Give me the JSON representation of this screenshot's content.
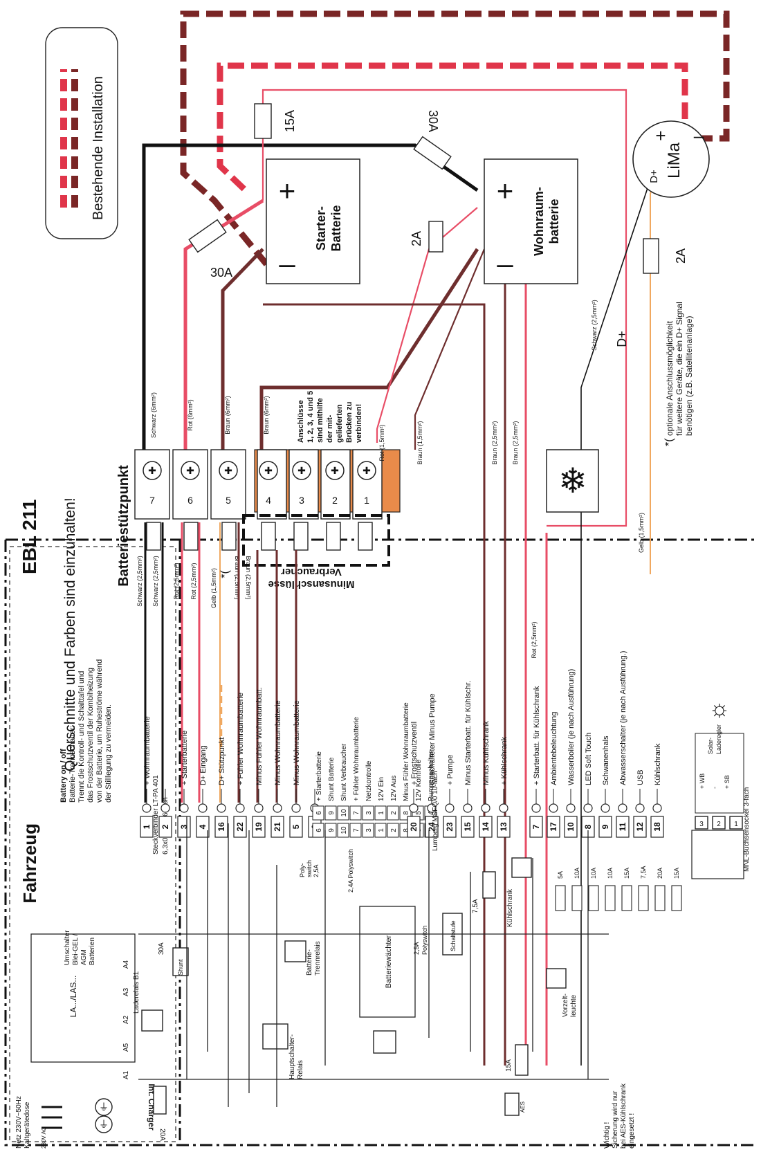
{
  "header": {
    "ebl_title": "EBL 211",
    "fahrzeug_title": "Fahrzeug",
    "querschnitte_note": "Querschnitte und Farben sind einzuhalten!"
  },
  "legend": {
    "label": "Bestehende Installation"
  },
  "battery_on_off": {
    "title": "Battery on / off",
    "lines": [
      "Batterie-Trennschalter:",
      "Trennt die Kontroll- und Schalttafel und",
      "das Frostschutzventil der Kombiheizung",
      "von der Batterie, um Ruheströme während",
      "der Stilllegung zu vermeiden."
    ]
  },
  "connectors": {
    "steckverbinder_title": "Steckverbinder LT-PA 401",
    "steckverbinder_sub": "6,3x0,8 - 4x 6-fach",
    "lumberg_title": "Lumberg MSFQ/0 10-fach",
    "mnl_title": "MNL-Buchsensockel 3-fach"
  },
  "left_module": {
    "lalas": "LA.../LAS...",
    "int_charger": "Int. Charger",
    "fuse_20a": "20A",
    "netz_lines": [
      "Netz 230V~50Hz",
      "Kaltgerätedose"
    ],
    "ac_label": "230V AC",
    "wichtig_lines": [
      "Wichtig !",
      "Sicherung wird nur",
      "bei AES-Kühlschrank",
      "eingesetzt !"
    ],
    "aes": "AES",
    "fuse_15a": "15A"
  },
  "internals": {
    "umschalter": [
      "Umschalter",
      "Blei-GEL /",
      "AGM",
      "Batterien"
    ],
    "laderelais": "Laderelais B1",
    "shunt_30a": "30A",
    "shunt": "Shunt",
    "hauptschalter": [
      "Hauptschalter-",
      "Relais"
    ],
    "batterie_trennrelais": [
      "Batterie-",
      "Trennrelais"
    ],
    "batteriewaechter": "Batteriewächter",
    "schaltstufe": "Schaltstufe",
    "kuehlschrank": "Kühlschrank",
    "vorzelt": [
      "Vorzelt-",
      "leuchte"
    ],
    "polyswitch_25": [
      "Poly-",
      "switch",
      "2,5A"
    ],
    "polyswitch_24": "2,4A Polyswitch",
    "polyswitch_a": [
      "2,5A",
      "Polyswitch"
    ],
    "fuse_75a_left": "7,5A",
    "out_fuses": [
      "5A",
      "10A",
      "10A",
      "10A",
      "15A",
      "7,5A",
      "20A",
      "15A"
    ]
  },
  "pins_group1": [
    {
      "pin": "1",
      "label": "+ Wohnraumbatterie"
    },
    {
      "pin": "2",
      "label": ""
    },
    {
      "pin": "3",
      "label": "+ Starterbatterie"
    },
    {
      "pin": "4",
      "label": "D+ Eingang"
    },
    {
      "pin": "16",
      "label": "D+ Stützpunkt"
    },
    {
      "pin": "22",
      "label": "+ Fühler Wohnraumbatterie"
    },
    {
      "pin": "19",
      "label": "Minus Fühler Wohnraumbatt."
    },
    {
      "pin": "21",
      "label": "Minus Wohnraumbatterie"
    },
    {
      "pin": "5",
      "label": "Minus Wohnraumbatterie"
    },
    {
      "pin": "6",
      "label": ""
    }
  ],
  "pins_group2": [
    {
      "a": "6",
      "b": "6",
      "label": "+ Starterbatterie"
    },
    {
      "a": "9",
      "b": "9",
      "label": "Shunt Batterie"
    },
    {
      "a": "10",
      "b": "10",
      "label": "Shunt Verbraucher"
    },
    {
      "a": "7",
      "b": "7",
      "label": "+ Fühler Wohnraumbatterie"
    },
    {
      "a": "3",
      "b": "3",
      "label": "Netzkontrolle"
    },
    {
      "a": "1",
      "b": "1",
      "label": "12V Ein"
    },
    {
      "a": "2",
      "b": "2",
      "label": "12V Aus"
    },
    {
      "a": "8",
      "b": "8",
      "label": "Minus Fühler Wohnraumbatterie"
    },
    {
      "a": "5",
      "b": "5",
      "label": "12V Kontrolle"
    },
    {
      "a": "4",
      "b": "4",
      "label": "Pumpenschalter"
    }
  ],
  "pins_group3": [
    {
      "pin": "20",
      "label": "+ Frostschutzventil"
    },
    {
      "pin": "24",
      "label": "Geschalteter Minus Pumpe"
    },
    {
      "pin": "23",
      "label": "+ Pumpe"
    },
    {
      "pin": "15",
      "label": "Minus Starterbatt. für Kühlschr."
    },
    {
      "pin": "14",
      "label": "Minus Kühlschrank"
    },
    {
      "pin": "13",
      "label": "+ Kühlschrank"
    }
  ],
  "pins_group4": [
    {
      "pin": "7",
      "label": "+ Starterbatt. für Kühlschrank"
    },
    {
      "pin": "17",
      "label": "Ambientebeleuchtung"
    },
    {
      "pin": "10",
      "label": "Wasserboiler (je nach Ausführung)"
    },
    {
      "pin": "8",
      "label": "LED Soft Touch"
    },
    {
      "pin": "9",
      "label": "Schwanenhals"
    },
    {
      "pin": "11",
      "label": "Abwasserschalter (je nach Ausführung.)"
    },
    {
      "pin": "12",
      "label": "USB"
    },
    {
      "pin": "18",
      "label": "Kühlschrank"
    }
  ],
  "solar": {
    "pins": [
      "3",
      "2",
      "1"
    ],
    "lines": [
      "+ WB",
      "-",
      "+ SB"
    ],
    "label": [
      "Solar-",
      "Laderegler"
    ]
  },
  "wire_labels": {
    "schwarz_25_a": "Schwarz (2,5mm²)",
    "schwarz_25_b": "Schwarz (2,5mm²)",
    "rot_25_a": "Rot (2,5mm²)",
    "rot_25_b": "Rot (2,5mm²)",
    "gelb_15": "Gelb (1,5mm²)",
    "braun_25_a": "Braun (2,5mm²)",
    "braun_25_b": "Braun (2,5mm²)",
    "schwarz_6": "Schwarz (6mm²)",
    "rot_6": "Rot (6mm²)",
    "braun_6_a": "Braun (6mm²)",
    "braun_6_b": "Braun (6mm²)",
    "rot_15": "Rot (1,5mm²)",
    "braun_15": "Braun (1,5mm²)",
    "braun_25_c": "Braun (2,5mm²)",
    "braun_25_d": "Braun (2,5mm²)",
    "rot_25_c": "Rot (2,5mm²)",
    "gelb_15_b": "Gelb (1,5mm²)",
    "schwarz_25_c": "Schwarz (2,5mm²)"
  },
  "stuetzpunkt": {
    "title": "Batteriestützpunkt",
    "terminals": [
      "7",
      "6",
      "5",
      "4",
      "3",
      "2",
      "1"
    ],
    "bridge_note": [
      "Anschlüsse",
      "1, 2, 3, 4 und 5",
      "sind mithilfe",
      "der mit-",
      "gelieferten",
      "Brücken zu",
      "verbinden!"
    ],
    "minus_note": [
      "Minusanschlüsse",
      "Verbraucher"
    ]
  },
  "batteries": {
    "starter": [
      "Starter-",
      "Batterie"
    ],
    "wohnraum": [
      "Wohnraum-",
      "batterie"
    ],
    "plus": "+",
    "minus": "–"
  },
  "fuses": {
    "f15a": "15A",
    "f30a_top": "30A",
    "f30a_left": "30A",
    "f2a_batt": "2A",
    "f2a_dplus": "2A"
  },
  "lima": {
    "name": "LiMa",
    "dplus": "D+",
    "plus": "+",
    "minus": "–"
  },
  "dplus_label": "D+",
  "star_mark": "*(",
  "footnote": {
    "mark": "*(",
    "lines": [
      "optionale Anschlussmöglichkeit",
      "für weitere Geräte, die ein D+ Signal",
      "benötigen (z.B. Satellitenanlage)"
    ]
  },
  "colors": {
    "red": "#e0354a",
    "pink": "#e84d66",
    "darkred": "#7a2626",
    "brown": "#6e2e2e",
    "black": "#111111",
    "orange": "#f0a860",
    "bridge": "#e98b4a"
  }
}
